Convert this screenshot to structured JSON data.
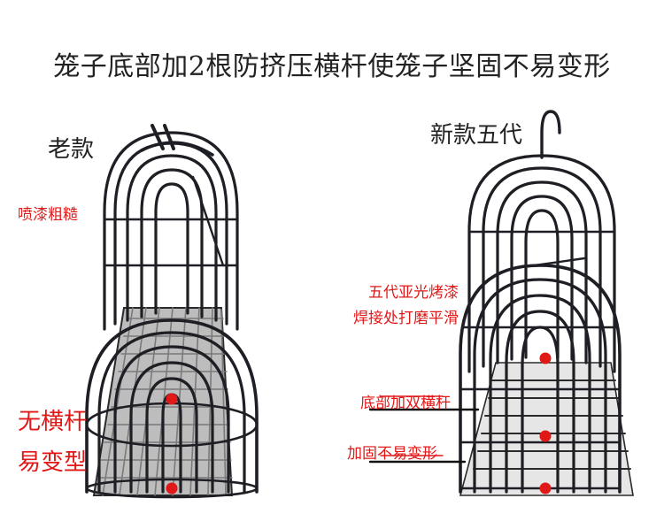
{
  "title": "笼子底部加2根防挤压横杆使笼子坚固不易变形",
  "old": {
    "label": "老款",
    "note_paint": "喷漆粗糙",
    "note_no_bar_1": "无横杆",
    "note_no_bar_2": "易变型"
  },
  "new": {
    "label": "新款五代",
    "note_paint": "五代亚光烤漆",
    "note_weld": "焊接处打磨平滑",
    "note_double_bar": "底部加双横杆",
    "note_strong": "加固不易变形"
  },
  "colors": {
    "accent_red": "#e01818",
    "wire_dark": "#1e1f24",
    "mesh_gray": "#8f8f8f"
  },
  "icons": [
    "old-cage-image",
    "new-cage-image",
    "red-dot-marker"
  ]
}
